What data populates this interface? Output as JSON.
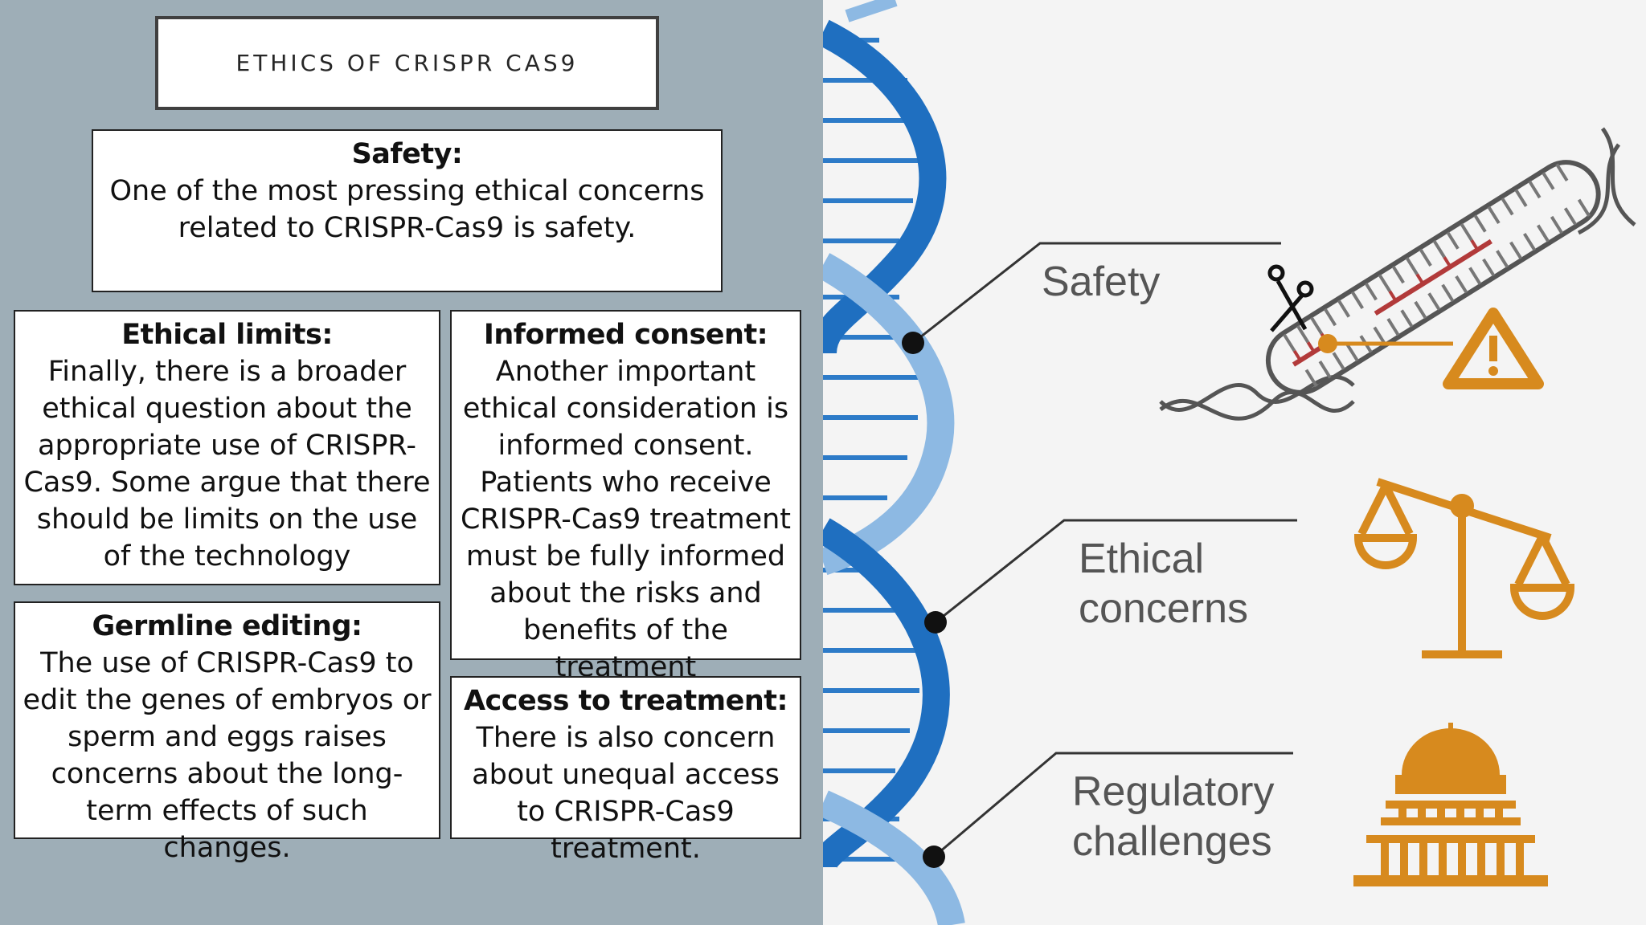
{
  "slide": {
    "title": "ETHICS OF CRISPR CAS9",
    "cards": {
      "safety": {
        "heading": "Safety:",
        "text": "One of the most pressing ethical concerns related to CRISPR-Cas9 is safety."
      },
      "ethical_limits": {
        "heading": "Ethical limits:",
        "text": "Finally, there is a broader ethical question about the appropriate use of CRISPR-Cas9. Some argue that there should be limits on the use of the technology"
      },
      "informed_consent": {
        "heading": "Informed consent:",
        "text": "Another important ethical consideration is informed consent. Patients who receive CRISPR-Cas9 treatment must be fully informed about the risks and benefits of the treatment"
      },
      "germline_editing": {
        "heading": "Germline editing:",
        "text": "The use of CRISPR-Cas9 to edit the genes of embryos or sperm and eggs raises concerns about the long-term effects of such changes."
      },
      "access": {
        "heading": "Access to treatment:",
        "text": "There is also concern about unequal access to CRISPR-Cas9 treatment."
      }
    }
  },
  "illustration": {
    "labels": {
      "safety": "Safety",
      "ethical_line1": "Ethical",
      "ethical_line2": "concerns",
      "regulatory_line1": "Regulatory",
      "regulatory_line2": "challenges"
    },
    "icons": [
      "dna-helix-icon",
      "dna-scissors-icon",
      "warning-icon",
      "scales-icon",
      "capitol-building-icon"
    ],
    "colors": {
      "dna_dark": "#1f6fc0",
      "dna_light": "#8db9e3",
      "accent": "#d78a1e",
      "cut": "#b23a3a",
      "line": "#333333"
    }
  }
}
